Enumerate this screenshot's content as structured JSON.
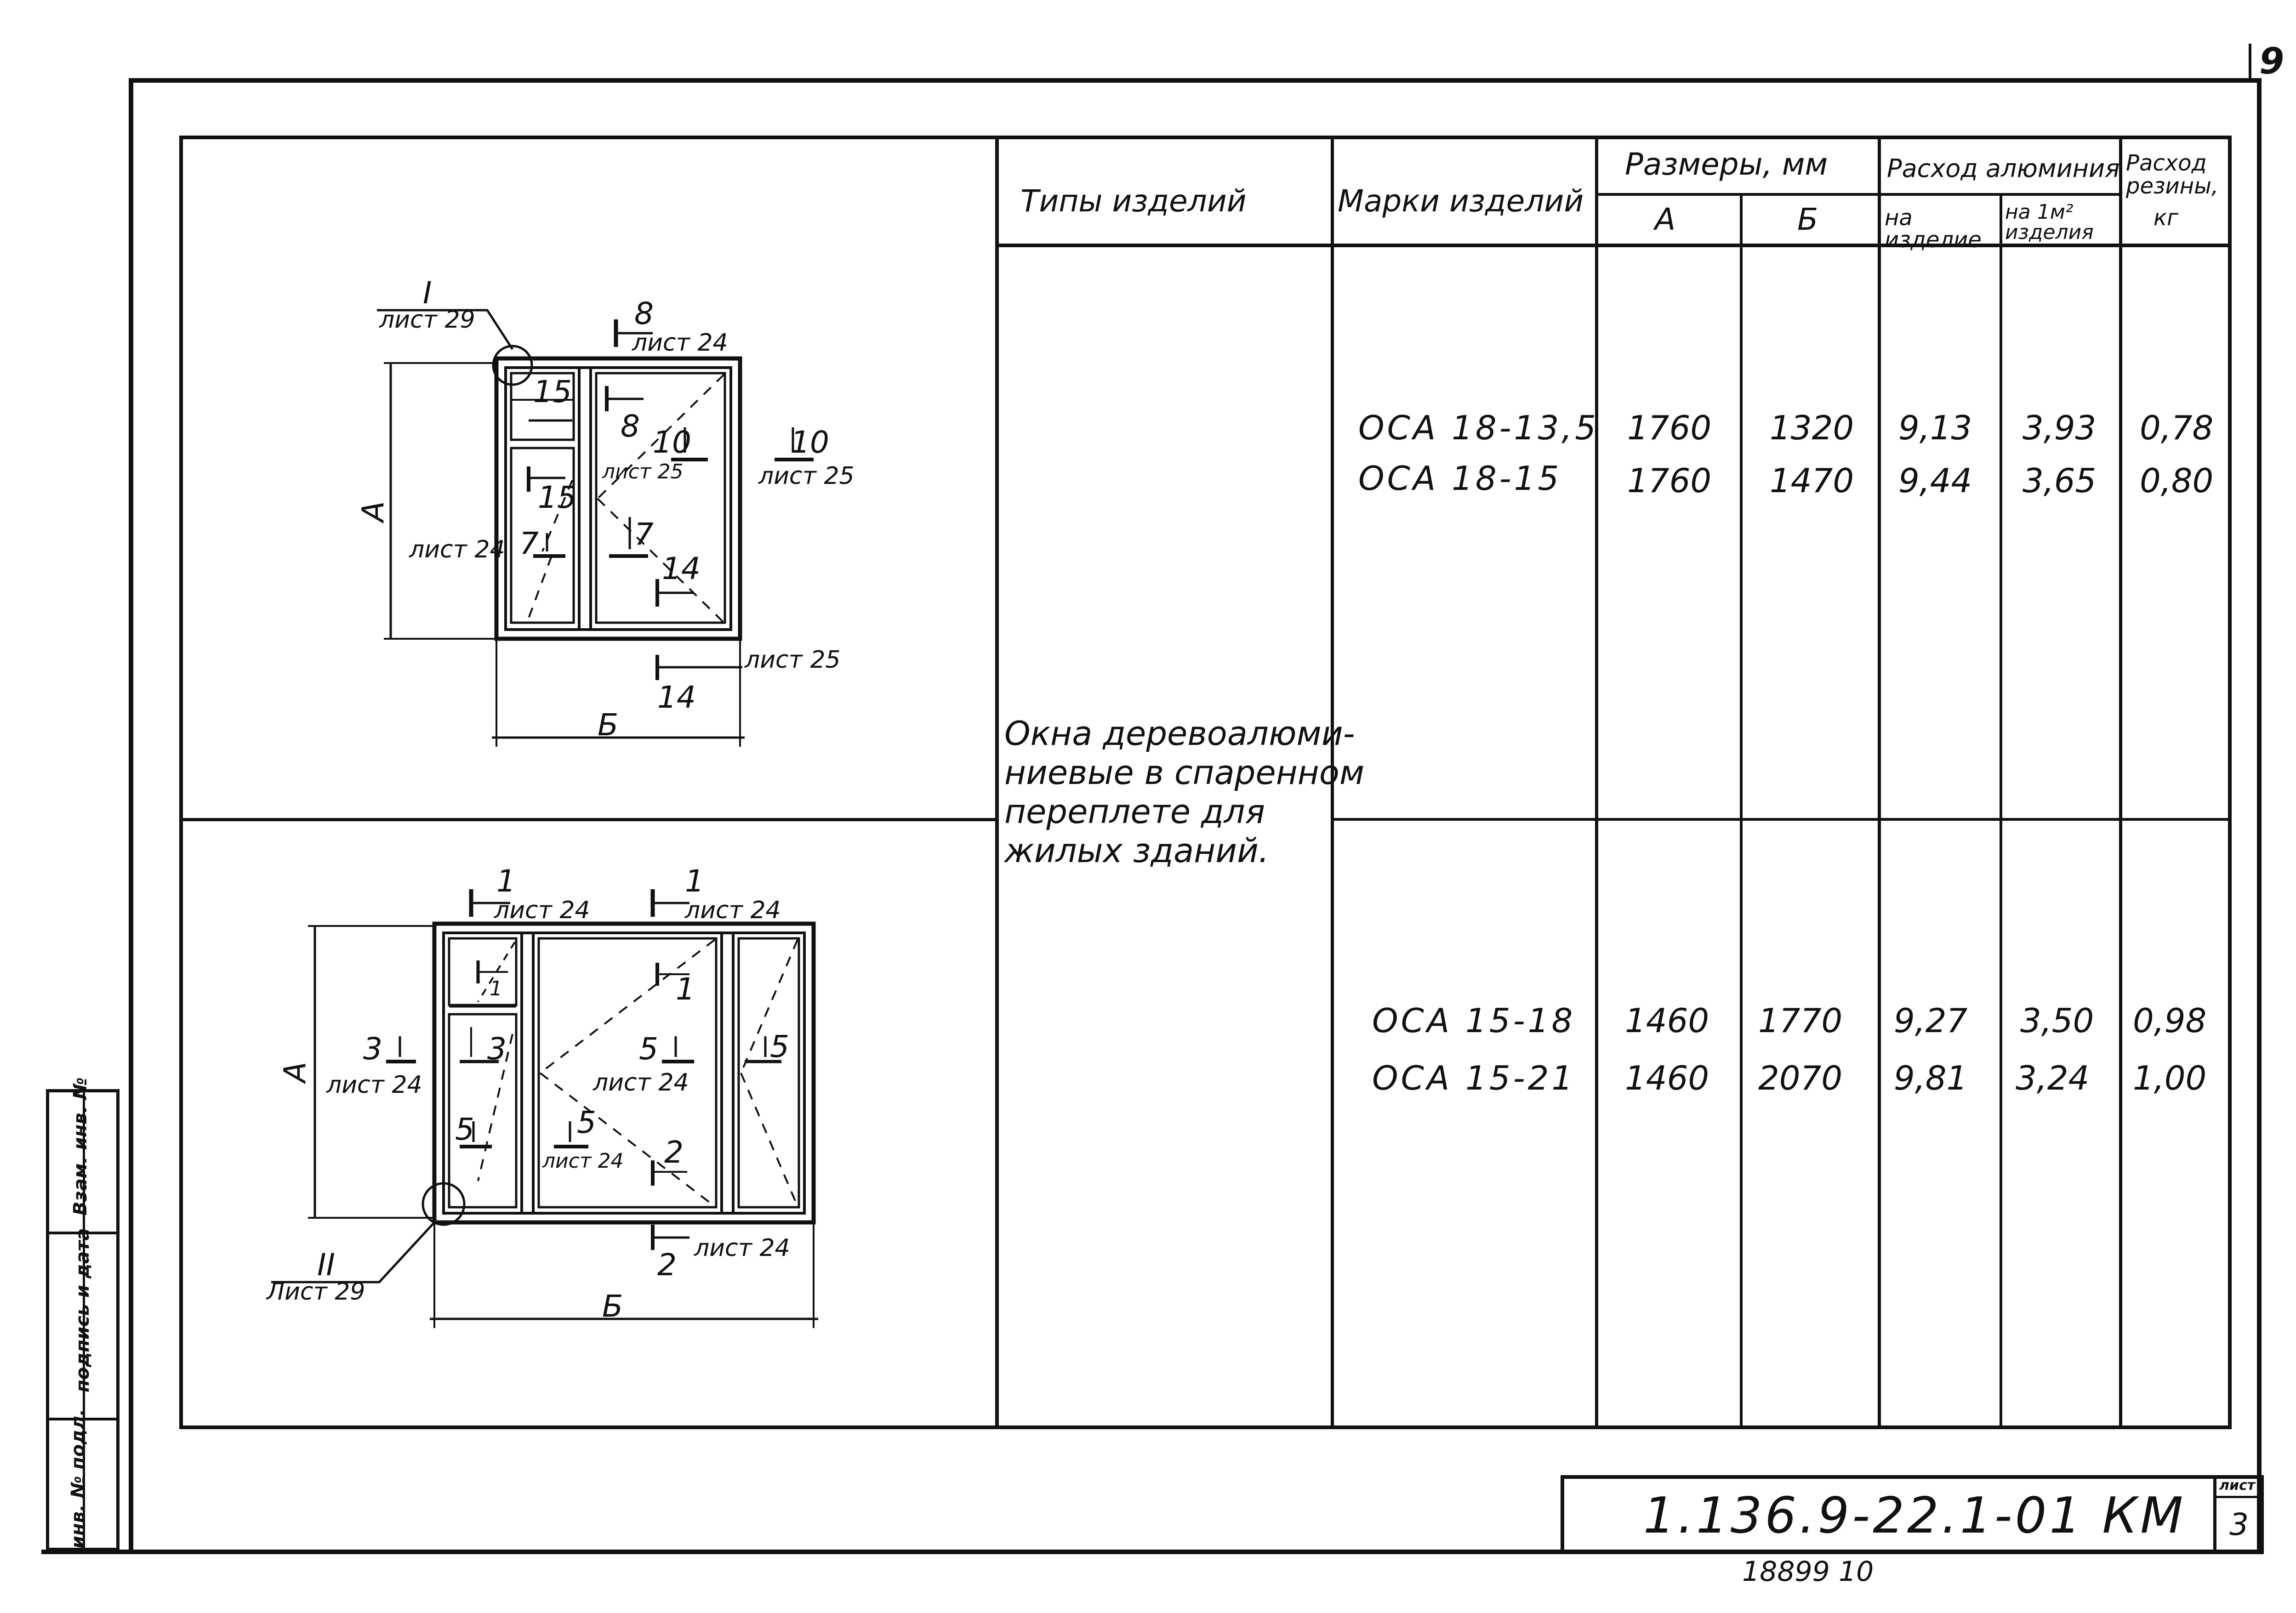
{
  "corner_sheet": "9",
  "table": {
    "headers": {
      "types": "Типы изделий",
      "marks": "Марки изделий",
      "sizes": "Размеры, мм",
      "size_a": "А",
      "size_b": "Б",
      "aluminum": "Расход алюминия",
      "per_item": "на изделие",
      "per_m2": "на 1м² изделия",
      "rubber": "Расход резины,",
      "rubber_unit": "кг"
    },
    "type_description": [
      "Окна деревоалюми-",
      "ниевые в спаренном",
      "переплете для",
      "жилых зданий."
    ],
    "rows": [
      {
        "mark": "ОСА 18-13,5",
        "a": "1760",
        "b": "1320",
        "per_item": "9,13",
        "per_m2": "3,93",
        "rubber": "0,78"
      },
      {
        "mark": "ОСА 18-15",
        "a": "1760",
        "b": "1470",
        "per_item": "9,44",
        "per_m2": "3,65",
        "rubber": "0,80"
      },
      {
        "mark": "ОСА 15-18",
        "a": "1460",
        "b": "1770",
        "per_item": "9,27",
        "per_m2": "3,50",
        "rubber": "0,98"
      },
      {
        "mark": "ОСА 15-21",
        "a": "1460",
        "b": "2070",
        "per_item": "9,81",
        "per_m2": "3,24",
        "rubber": "1,00"
      }
    ]
  },
  "diagram1": {
    "node_ref": "I",
    "node_sheet": "лист 29",
    "labels": {
      "s8": "8",
      "s8_sheet": "лист 24",
      "s15": "15",
      "s8b": "8",
      "s10": "10",
      "s10_sheet": "лист 25",
      "s10r": "10",
      "s10r_sheet": "лист 25",
      "s15b": "15",
      "s7": "7",
      "s7_sheet": "лист 24",
      "s7b": "7",
      "s14": "14",
      "s14b": "14",
      "s14_sheet": "лист 25",
      "dim_a": "А",
      "dim_b": "Б"
    }
  },
  "diagram2": {
    "node_ref": "II",
    "node_sheet": "Лист 29",
    "labels": {
      "s1a": "1",
      "s1a_sheet": "лист 24",
      "s1b": "1",
      "s1b_sheet": "лист 24",
      "s1c": "1",
      "s1d": "1",
      "s3": "3",
      "s3_sheet": "лист 24",
      "s3b": "3",
      "s5": "5",
      "s5_sheet": "лист 24",
      "s5r": "5",
      "s5c": "5",
      "s5d": "5",
      "s5d_sheet": "лист 24",
      "s2": "2",
      "s2b": "2",
      "s2b_sheet": "лист 24",
      "dim_a": "А",
      "dim_b": "Б"
    }
  },
  "side_stamp": {
    "inv_orig": "инв. № подл.",
    "sign_date": "подпись и дата",
    "replaced": "Взам. инв. №"
  },
  "title_block": {
    "code": "1.136.9-22.1-01 КМ",
    "sheet_label": "лист",
    "sheet_number": "3"
  },
  "archive_stamp": "18899  10"
}
